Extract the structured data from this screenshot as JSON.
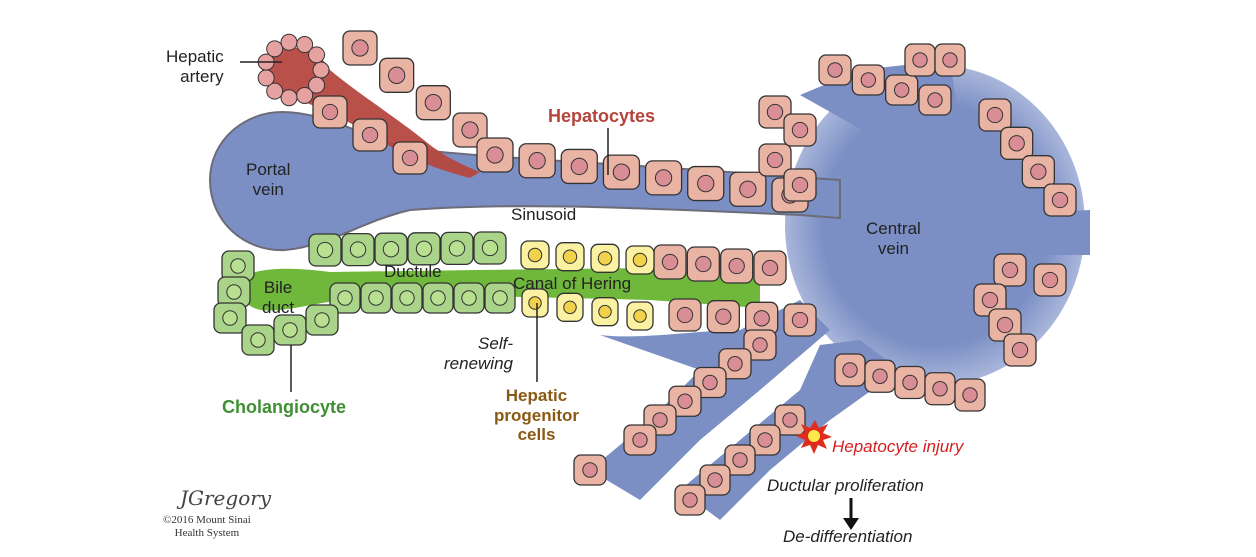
{
  "labels": {
    "hepatic_artery": "Hepatic\nartery",
    "hepatocytes": "Hepatocytes",
    "portal_vein": "Portal\nvein",
    "sinusoid": "Sinusoid",
    "central_vein": "Central\nvein",
    "bile_duct": "Bile\nduct",
    "ductule": "Ductule",
    "canal_of_hering": "Canal of Hering",
    "self_renewing": "Self-\nrenewing",
    "hepatic_progenitor_cells": "Hepatic\nprogenitor\ncells",
    "cholangiocyte": "Cholangiocyte",
    "hepatocyte_injury": "Hepatocyte injury",
    "ductular_proliferation": "Ductular proliferation",
    "de_differentiation": "De-differentiation"
  },
  "credit": {
    "signature": "JGregory",
    "copyright": "©2016 Mount Sinai\nHealth System"
  },
  "colors": {
    "vessel_blue": "#7b8fc4",
    "hepatocyte_pink": "#eab4a4",
    "cholangiocyte_green": "#a9d48a",
    "progenitor_yellow": "#fbf1a2",
    "artery_red": "#b5473f",
    "hepatocytes_label": "#b5443b",
    "cholangiocyte_label": "#3f8f33",
    "progenitor_label": "#8a5a14",
    "injury_label": "#d42020"
  }
}
